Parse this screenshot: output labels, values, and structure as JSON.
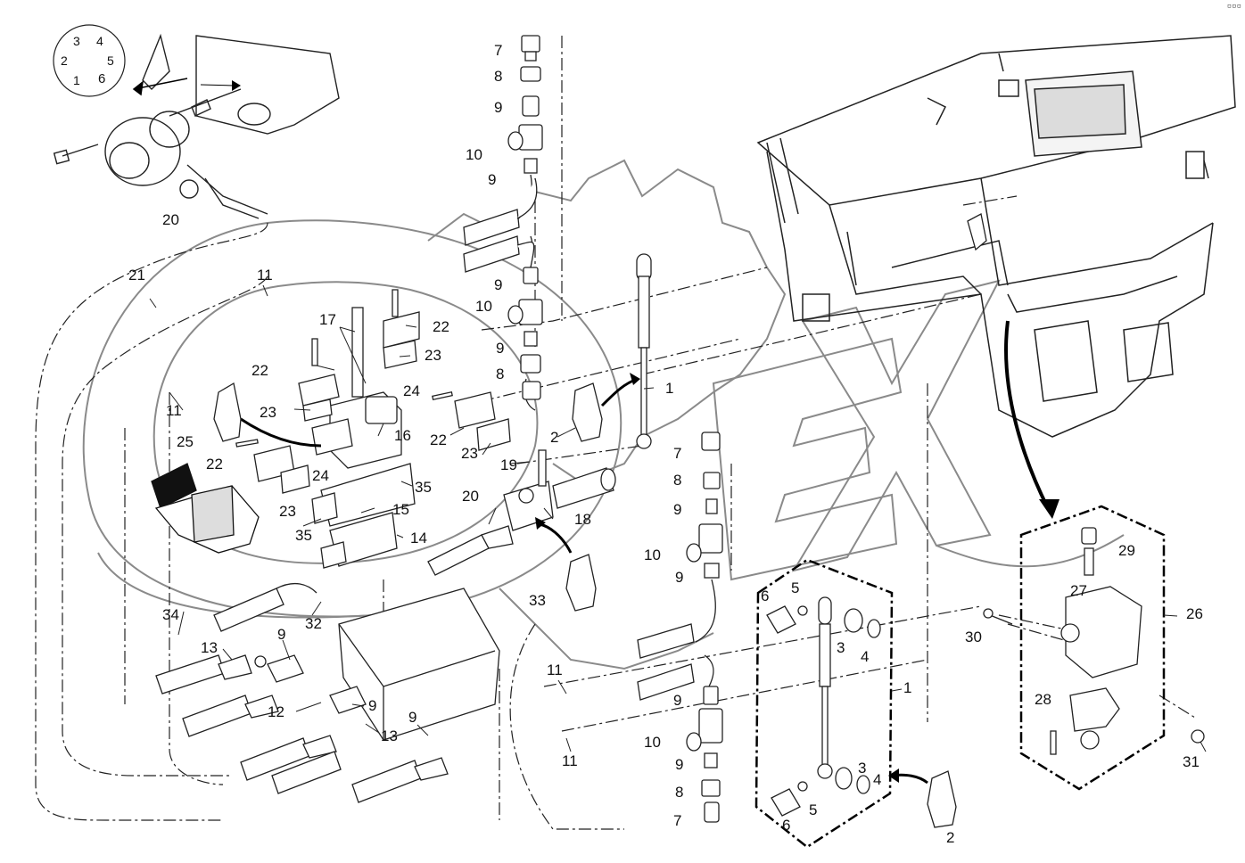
{
  "corner_icon": "diagram-toolbar-icon",
  "watermark": {
    "letters": "OPEX",
    "color": "#8a8a8a"
  },
  "dial": {
    "positions": [
      "1",
      "2",
      "3",
      "4",
      "5",
      "6"
    ]
  },
  "callouts": [
    {
      "id": "c-7a",
      "text": "7"
    },
    {
      "id": "c-8a",
      "text": "8"
    },
    {
      "id": "c-9a",
      "text": "9"
    },
    {
      "id": "c-10a",
      "text": "10"
    },
    {
      "id": "c-9b",
      "text": "9"
    },
    {
      "id": "c-20a",
      "text": "20"
    },
    {
      "id": "c-21",
      "text": "21"
    },
    {
      "id": "c-11a",
      "text": "11"
    },
    {
      "id": "c-9c",
      "text": "9"
    },
    {
      "id": "c-10b",
      "text": "10"
    },
    {
      "id": "c-9d",
      "text": "9"
    },
    {
      "id": "c-8b",
      "text": "8"
    },
    {
      "id": "c-17",
      "text": "17"
    },
    {
      "id": "c-22a",
      "text": "22"
    },
    {
      "id": "c-23a",
      "text": "23"
    },
    {
      "id": "c-22b",
      "text": "22"
    },
    {
      "id": "c-11b",
      "text": "11"
    },
    {
      "id": "c-23b",
      "text": "23"
    },
    {
      "id": "c-24a",
      "text": "24"
    },
    {
      "id": "c-25",
      "text": "25"
    },
    {
      "id": "c-16",
      "text": "16"
    },
    {
      "id": "c-22c",
      "text": "22"
    },
    {
      "id": "c-23c",
      "text": "23"
    },
    {
      "id": "c-2a",
      "text": "2"
    },
    {
      "id": "c-1a",
      "text": "1"
    },
    {
      "id": "c-22d",
      "text": "22"
    },
    {
      "id": "c-24b",
      "text": "24"
    },
    {
      "id": "c-19",
      "text": "19"
    },
    {
      "id": "c-7b",
      "text": "7"
    },
    {
      "id": "c-35a",
      "text": "35"
    },
    {
      "id": "c-8c",
      "text": "8"
    },
    {
      "id": "c-23d",
      "text": "23"
    },
    {
      "id": "c-20b",
      "text": "20"
    },
    {
      "id": "c-15",
      "text": "15"
    },
    {
      "id": "c-35b",
      "text": "35"
    },
    {
      "id": "c-14",
      "text": "14"
    },
    {
      "id": "c-18",
      "text": "18"
    },
    {
      "id": "c-9e",
      "text": "9"
    },
    {
      "id": "c-10c",
      "text": "10"
    },
    {
      "id": "c-9f",
      "text": "9"
    },
    {
      "id": "c-29",
      "text": "29"
    },
    {
      "id": "c-33",
      "text": "33"
    },
    {
      "id": "c-34",
      "text": "34"
    },
    {
      "id": "c-32",
      "text": "32"
    },
    {
      "id": "c-9g",
      "text": "9"
    },
    {
      "id": "c-6a",
      "text": "6"
    },
    {
      "id": "c-5a",
      "text": "5"
    },
    {
      "id": "c-27",
      "text": "27"
    },
    {
      "id": "c-26",
      "text": "26"
    },
    {
      "id": "c-30",
      "text": "30"
    },
    {
      "id": "c-3a",
      "text": "3"
    },
    {
      "id": "c-4a",
      "text": "4"
    },
    {
      "id": "c-13a",
      "text": "13"
    },
    {
      "id": "c-11c",
      "text": "11"
    },
    {
      "id": "c-1b",
      "text": "1"
    },
    {
      "id": "c-9h",
      "text": "9"
    },
    {
      "id": "c-12",
      "text": "12"
    },
    {
      "id": "c-9i",
      "text": "9"
    },
    {
      "id": "c-28",
      "text": "28"
    },
    {
      "id": "c-13b",
      "text": "13"
    },
    {
      "id": "c-9j",
      "text": "9"
    },
    {
      "id": "c-10d",
      "text": "10"
    },
    {
      "id": "c-11d",
      "text": "11"
    },
    {
      "id": "c-9k",
      "text": "9"
    },
    {
      "id": "c-31",
      "text": "31"
    },
    {
      "id": "c-3b",
      "text": "3"
    },
    {
      "id": "c-4b",
      "text": "4"
    },
    {
      "id": "c-8d",
      "text": "8"
    },
    {
      "id": "c-5b",
      "text": "5"
    },
    {
      "id": "c-7c",
      "text": "7"
    },
    {
      "id": "c-6b",
      "text": "6"
    },
    {
      "id": "c-2b",
      "text": "2"
    }
  ]
}
